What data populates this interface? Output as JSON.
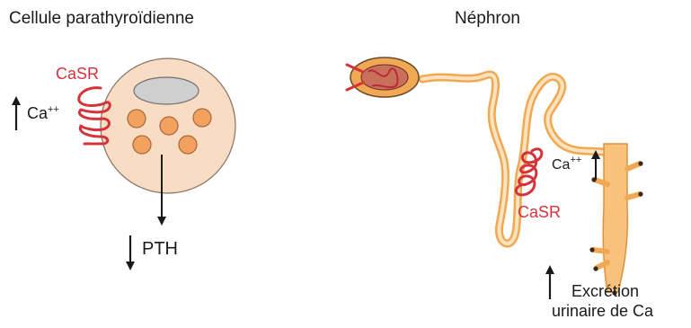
{
  "panels": {
    "left": {
      "title": "Cellule parathyroïdienne",
      "receptor_label": "CaSR",
      "ion_label": "Ca",
      "ion_superscript": "++",
      "ion_change": "up",
      "hormone_label": "PTH",
      "hormone_change": "down"
    },
    "right": {
      "title": "Néphron",
      "receptor_label": "CaSR",
      "ion_label": "Ca",
      "ion_superscript": "++",
      "ion_change": "up",
      "excretion_line1": "Excrétion",
      "excretion_line2": "urinaire de Ca",
      "excretion_change": "up"
    }
  },
  "colors": {
    "receptor": "#d6323a",
    "cell_fill": "#f9dcc4",
    "granule": "#f2a25e",
    "nucleus": "#cfcfcf",
    "tubule": "#f6c27c",
    "tubule_dark": "#f0a852",
    "arrow": "#1a1a1a"
  }
}
